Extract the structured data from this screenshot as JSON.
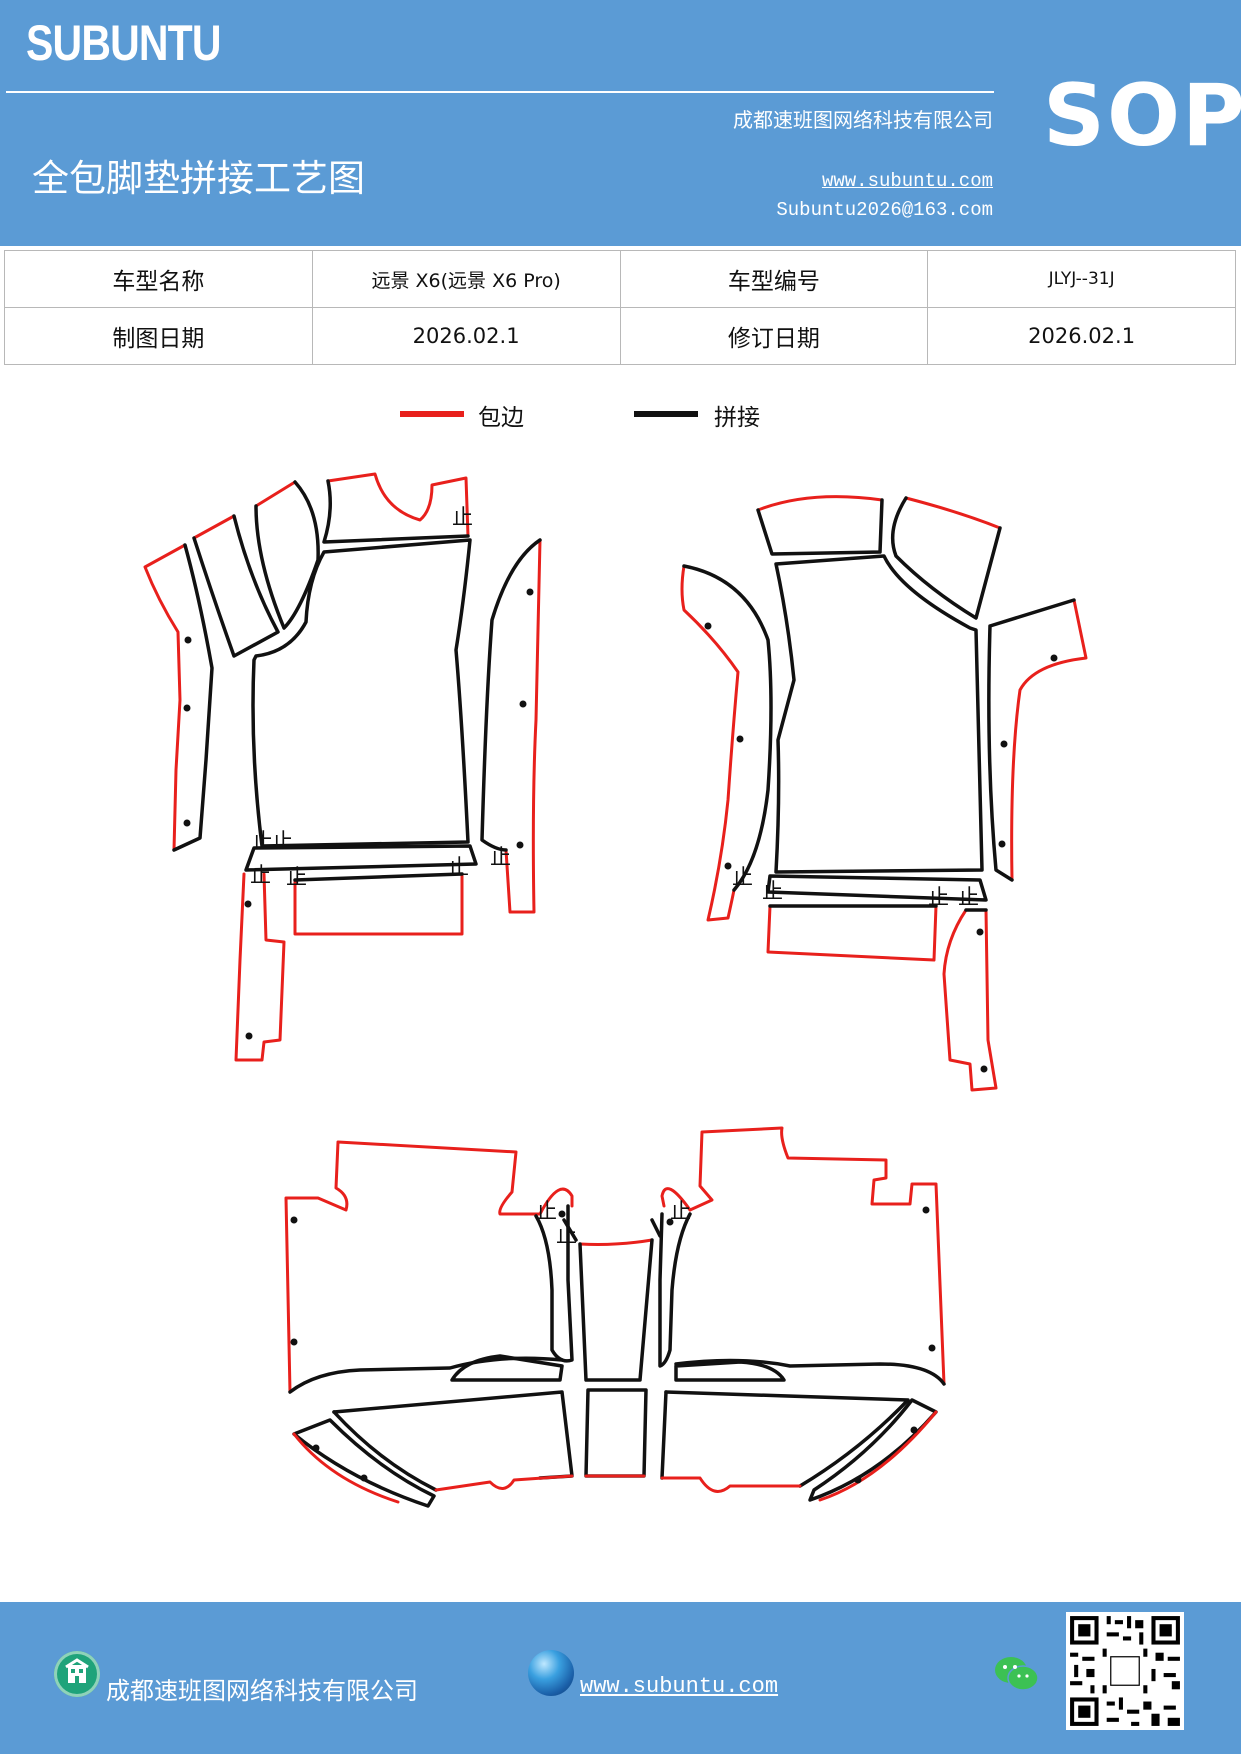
{
  "header": {
    "brand": "SUBUNTU",
    "company": "成都速班图网络科技有限公司",
    "title": "全包脚垫拼接工艺图",
    "website": "www.subuntu.com",
    "email": "Subuntu2026@163.com",
    "badge": "SOP"
  },
  "info": {
    "model_name_label": "车型名称",
    "model_name_value": "远景 X6(远景 X6 Pro)",
    "model_code_label": "车型编号",
    "model_code_value": "JLYJ--31J",
    "drawing_date_label": "制图日期",
    "drawing_date_value": "2026.02.1",
    "revision_date_label": "修订日期",
    "revision_date_value": "2026.02.1"
  },
  "legend": {
    "edge_label": "包边",
    "edge_color": "#e8201c",
    "seam_label": "拼接",
    "seam_color": "#111111"
  },
  "drawing": {
    "stop_mark": "止"
  },
  "footer": {
    "company": "成都速班图网络科技有限公司",
    "website": "www.subuntu.com",
    "company_icon": "building-icon",
    "globe_icon": "globe-icon",
    "wechat_icon": "wechat-icon",
    "qr_code": "qr-code"
  }
}
